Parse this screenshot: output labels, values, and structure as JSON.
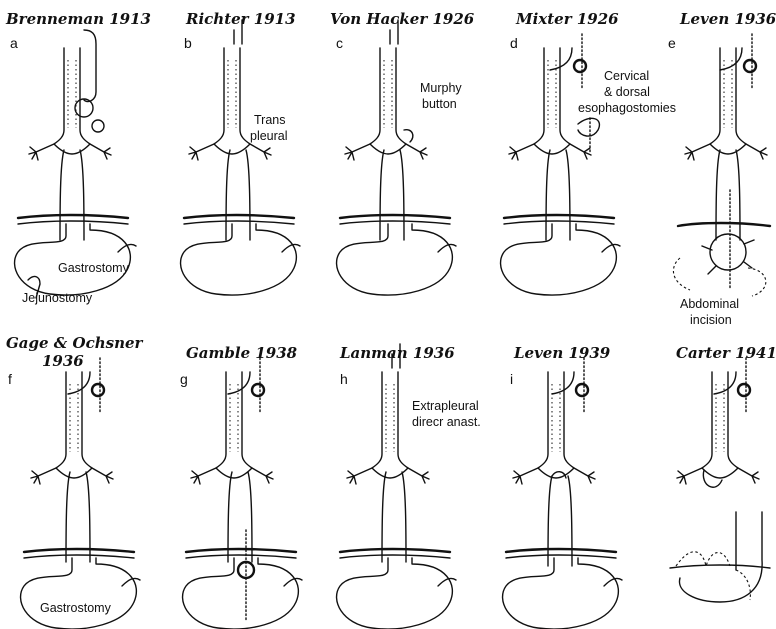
{
  "panels_top": [
    {
      "title": "Brenneman 1913",
      "letter": "a"
    },
    {
      "title": "Richter 1913",
      "letter": "b"
    },
    {
      "title": "Von Hacker 1926",
      "letter": "c"
    },
    {
      "title": "Mixter 1926",
      "letter": "d"
    },
    {
      "title": "Leven 1936",
      "letter": "e"
    }
  ],
  "panels_bottom": [
    {
      "title_line1": "Gage & Ochsner",
      "title_line2": "1936",
      "letter": "f"
    },
    {
      "title": "Gamble 1938",
      "letter": "g"
    },
    {
      "title": "Lanman 1936",
      "letter": "h"
    },
    {
      "title": "Leven 1939",
      "letter": "i"
    },
    {
      "title": "Carter 1941",
      "letter": ""
    }
  ],
  "annotations": {
    "trans_pleural": [
      "Trans",
      "pleural"
    ],
    "murphy_button": [
      "Murphy",
      "button"
    ],
    "cervical": [
      "Cervical",
      "& dorsal",
      "esophagostomies"
    ],
    "gastrostomy_a": "Gastrostomy",
    "jejunostomy": "Jejunostomy",
    "abdominal": [
      "Abdominal",
      "incision"
    ],
    "extrapleural": [
      "Extrapleural",
      "direcr anast."
    ],
    "gastrostomy_f": "Gastrostomy"
  }
}
